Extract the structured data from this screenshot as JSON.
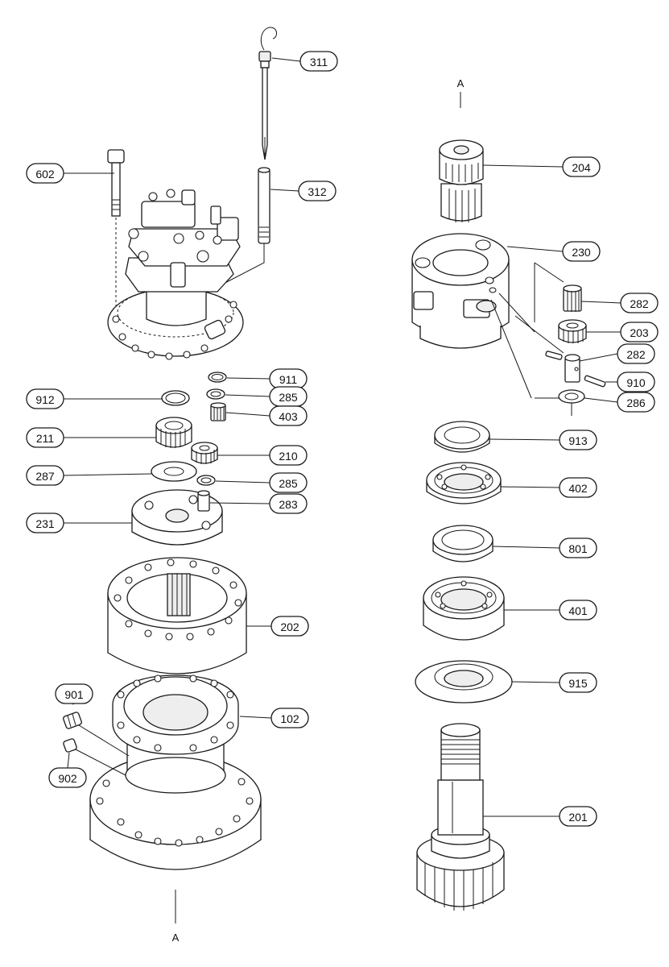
{
  "callouts": [
    {
      "id": "311",
      "label": "311"
    },
    {
      "id": "602",
      "label": "602"
    },
    {
      "id": "312",
      "label": "312"
    },
    {
      "id": "911",
      "label": "911"
    },
    {
      "id": "912",
      "label": "912"
    },
    {
      "id": "285a",
      "label": "285"
    },
    {
      "id": "403",
      "label": "403"
    },
    {
      "id": "211",
      "label": "211"
    },
    {
      "id": "210",
      "label": "210"
    },
    {
      "id": "287",
      "label": "287"
    },
    {
      "id": "285b",
      "label": "285"
    },
    {
      "id": "231",
      "label": "231"
    },
    {
      "id": "283",
      "label": "283"
    },
    {
      "id": "202",
      "label": "202"
    },
    {
      "id": "901",
      "label": "901"
    },
    {
      "id": "102",
      "label": "102"
    },
    {
      "id": "902",
      "label": "902"
    },
    {
      "id": "204",
      "label": "204"
    },
    {
      "id": "230",
      "label": "230"
    },
    {
      "id": "282a",
      "label": "282"
    },
    {
      "id": "203",
      "label": "203"
    },
    {
      "id": "282b",
      "label": "282"
    },
    {
      "id": "910",
      "label": "910"
    },
    {
      "id": "286",
      "label": "286"
    },
    {
      "id": "913",
      "label": "913"
    },
    {
      "id": "402",
      "label": "402"
    },
    {
      "id": "801",
      "label": "801"
    },
    {
      "id": "401",
      "label": "401"
    },
    {
      "id": "915",
      "label": "915"
    },
    {
      "id": "201",
      "label": "201"
    }
  ],
  "axis_marks": [
    {
      "id": "top-right",
      "label": "A"
    },
    {
      "id": "bottom-left",
      "label": "A"
    }
  ]
}
